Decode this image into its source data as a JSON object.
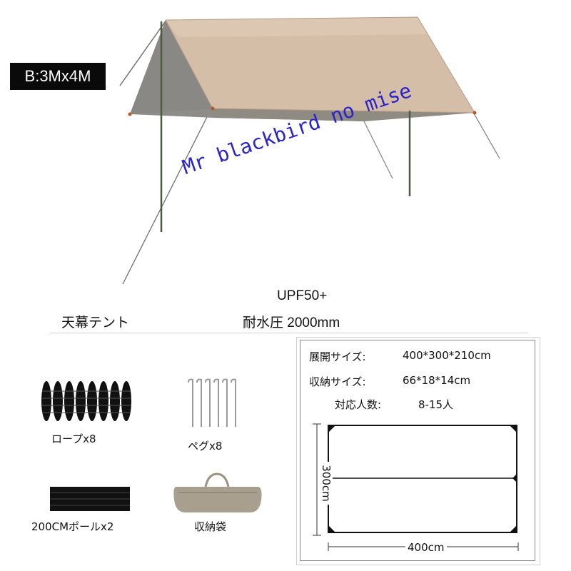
{
  "badge": {
    "text": "B:3Mx4M"
  },
  "watermark": {
    "text": "Mr blackbird no mise"
  },
  "product": {
    "name": "天幕テント",
    "upf": "UPF50+",
    "water_pressure": "耐水圧 2000mm"
  },
  "specs": {
    "open_size_label": "展開サイズ:",
    "open_size_value": "400*300*210cm",
    "packed_size_label": "収納サイズ:",
    "packed_size_value": "66*18*14cm",
    "capacity_label": "対応人数:",
    "capacity_value": "8-15人"
  },
  "accessories": {
    "rope": "ロープx8",
    "peg": "ペグx8",
    "pole": "200CMポールx2",
    "bag": "収納袋"
  },
  "diagram": {
    "height_label": "300cm",
    "width_label": "400cm"
  },
  "colors": {
    "tarp_top": "#d5bea8",
    "tarp_shadow": "#8e8c88",
    "watermark": "#2a23c8",
    "bag": "#a89f8e"
  }
}
